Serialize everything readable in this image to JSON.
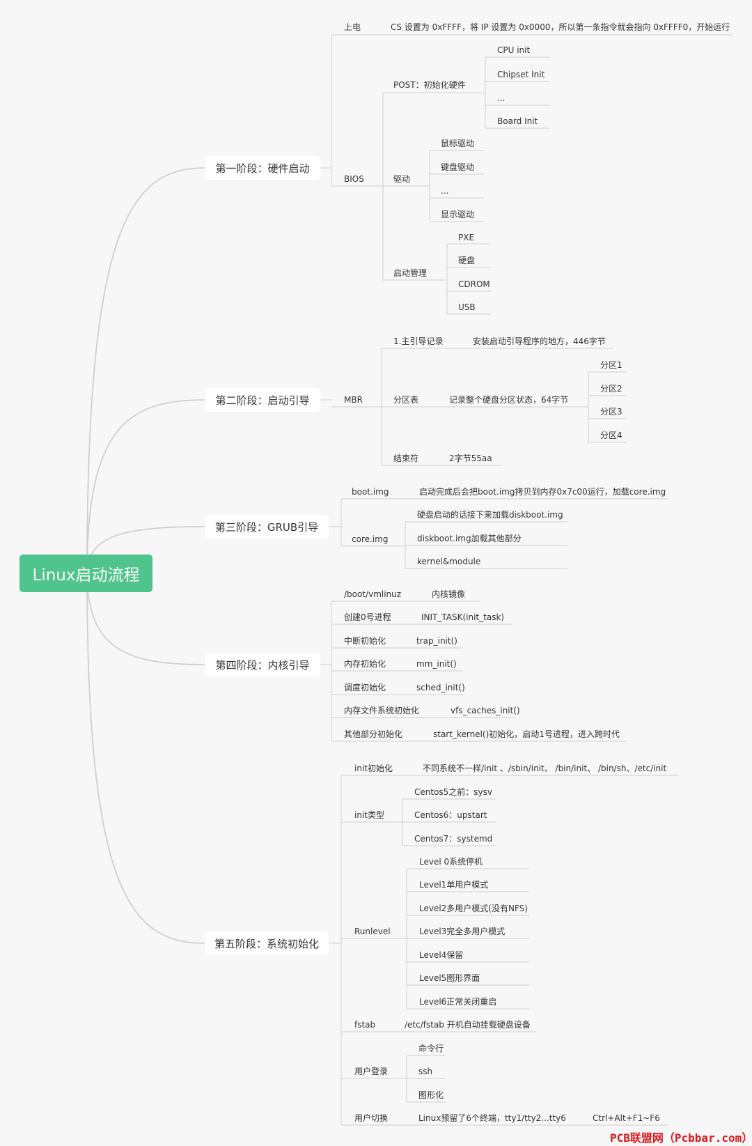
{
  "root": "Linux启动流程",
  "stages": {
    "s1": "第一阶段：硬件启动",
    "s2": "第二阶段：启动引导",
    "s3": "第三阶段：GRUB引导",
    "s4": "第四阶段：内核引导",
    "s5": "第五阶段：系统初始化"
  },
  "s1": {
    "power": "上电",
    "power_desc": "CS 设置为 0xFFFF，将 IP 设置为 0x0000，所以第一条指令就会指向 0xFFFF0，开始运行",
    "bios": "BIOS",
    "post": "POST：初始化硬件",
    "post_items": [
      "CPU init",
      "Chipset Init",
      "...",
      "Board Init"
    ],
    "driver": "驱动",
    "driver_items": [
      "鼠标驱动",
      "键盘驱动",
      "...",
      "显示驱动"
    ],
    "boot_mgr": "启动管理",
    "boot_items": [
      "PXE",
      "硬盘",
      "CDROM",
      "USB"
    ]
  },
  "s2": {
    "mbr": "MBR",
    "main_boot": "1.主引导记录",
    "main_boot_desc": "安装启动引导程序的地方，446字节",
    "ptable": "分区表",
    "ptable_desc": "记录整个硬盘分区状态，64字节",
    "partitions": [
      "分区1",
      "分区2",
      "分区3",
      "分区4"
    ],
    "end": "结束符",
    "end_desc": "2字节55aa"
  },
  "s3": {
    "boot_img": "boot.img",
    "boot_img_desc": "启动完成后会把boot.img拷贝到内存0x7c00运行，加载core.img",
    "core_img": "core.img",
    "core_items": [
      "硬盘启动的话接下来加载diskboot.img",
      "diskboot.img加载其他部分",
      "kernel&module"
    ]
  },
  "s4": {
    "rows": [
      {
        "k": "/boot/vmlinuz",
        "v": "内核镜像"
      },
      {
        "k": "创建0号进程",
        "v": "INIT_TASK(init_task)"
      },
      {
        "k": "中断初始化",
        "v": "trap_init()"
      },
      {
        "k": "内存初始化",
        "v": "mm_init()"
      },
      {
        "k": "调度初始化",
        "v": "sched_init()"
      },
      {
        "k": "内存文件系统初始化",
        "v": "vfs_caches_init()"
      },
      {
        "k": "其他部分初始化",
        "v": "start_kernel()初始化，启动1号进程，进入跨时代"
      }
    ]
  },
  "s5": {
    "init": "init初始化",
    "init_desc": "不同系统不一样/init 、/sbin/init、 /bin/init、 /bin/sh、/etc/init",
    "init_type": "init类型",
    "init_types": [
      "Centos5之前：sysv",
      "Centos6：upstart",
      "Centos7：systemd"
    ],
    "runlevel": "Runlevel",
    "levels": [
      "Level 0系统停机",
      "Level1单用户模式",
      "Level2多用户模式(没有NFS)",
      "Level3完全多用户模式",
      "Level4保留",
      "Level5图形界面",
      "Level6正常关闭重启"
    ],
    "fstab": "fstab",
    "fstab_desc": "/etc/fstab 开机自动挂载硬盘设备",
    "login": "用户登录",
    "login_items": [
      "命令行",
      "ssh",
      "图形化"
    ],
    "switch": "用户切换",
    "switch_desc": "Linux预留了6个终端，tty1/tty2...tty6",
    "switch_keys": "Ctrl+Alt+F1~F6"
  },
  "watermark": "PCB联盟网（Pcbbar.com）",
  "colors": {
    "root_bg": "#4fc48d",
    "line": "#cfcfcf",
    "background": "#f7f7f7",
    "watermark": "#e0161b"
  }
}
